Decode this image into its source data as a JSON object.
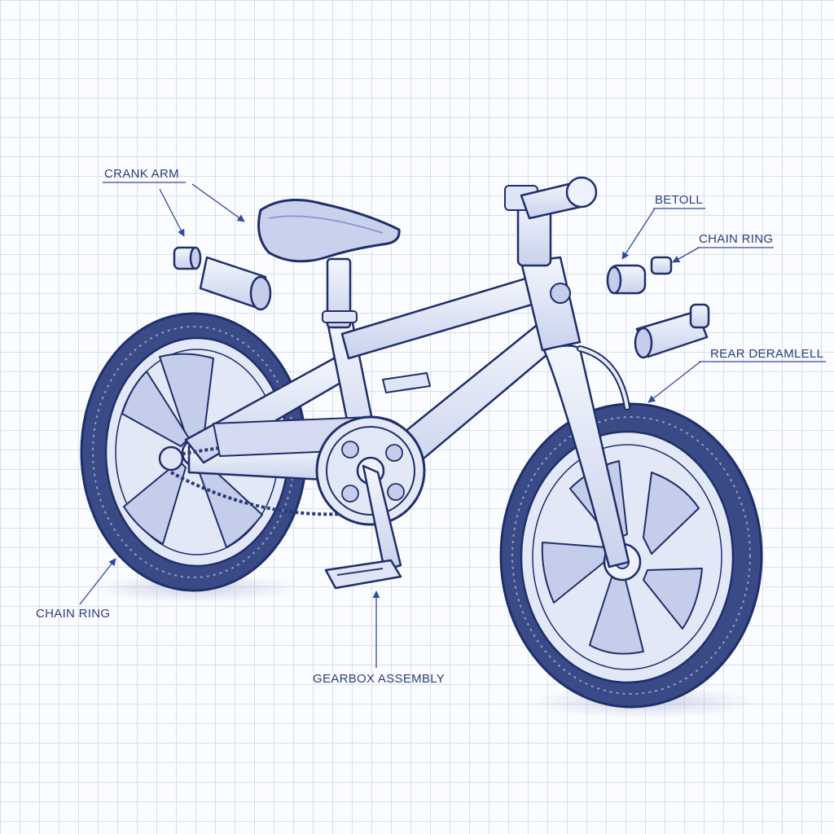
{
  "labels": {
    "crank_arm": "CRANK ARM",
    "betoll": "BETOLL",
    "chain_ring_top": "CHAIN RING",
    "rear_derailleur": "REAR DERAMLELL",
    "chain_ring_left": "CHAIN RING",
    "gearbox_assembly": "GEARBOX ASSEMBLY"
  },
  "colors": {
    "ink": "#1f2f6b",
    "tire": "#2a3a7a",
    "frame_fill": "#dfe5f5",
    "paper": "#fbfcff",
    "grid": "#d9deeb"
  }
}
